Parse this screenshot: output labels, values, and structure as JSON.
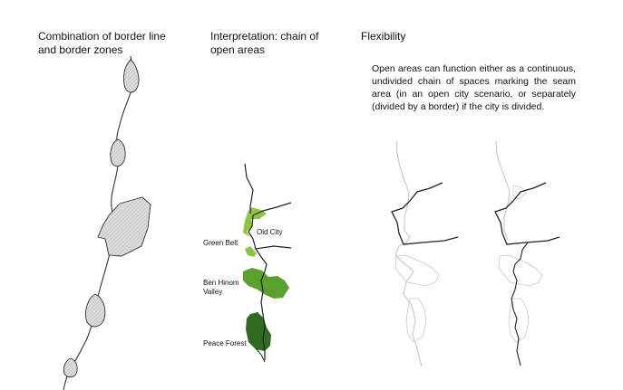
{
  "titles": {
    "combination": "Combination of border line and border zones",
    "interpretation": "Interpretation: chain of open areas",
    "flexibility": "Flexibility"
  },
  "description": "Open areas can function either as a continuous, undivided chain of spaces marking the seam area (in an open city scenario, or separately (divided by a border) if the city is divided.",
  "labels": {
    "green_belt": "Green Belt",
    "old_city": "Old City",
    "ben_hinom": "Ben Hinom Valley",
    "peace_forest": "Peace Forest"
  },
  "colors": {
    "line": "#333333",
    "zone_fill": "#d9d9d9",
    "light_green": "#8cc63f",
    "mid_green": "#5aa02c",
    "dark_green": "#2f6b1e",
    "faint": "#bdbdbd"
  }
}
